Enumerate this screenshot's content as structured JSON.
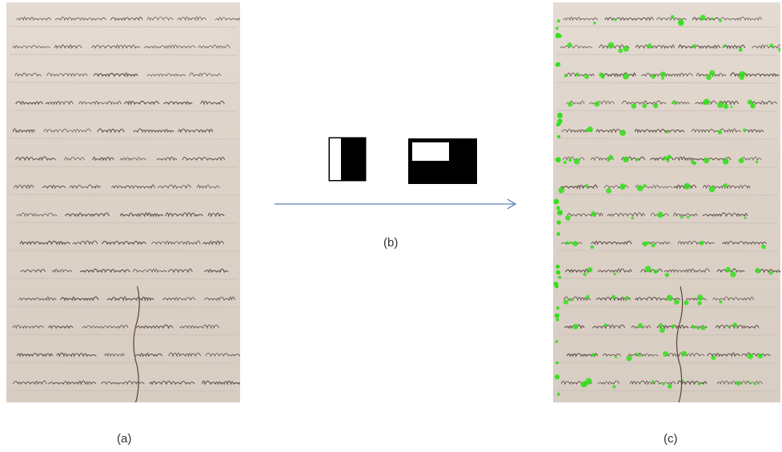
{
  "captions": {
    "a": "(a)",
    "b": "(b)",
    "c": "(c)"
  },
  "colors": {
    "paper": "#ddd2c8",
    "ink": "#4a3a35",
    "keypoint_green": "#33e01a",
    "arrow": "#5b7fb0",
    "feature_black": "#000000",
    "feature_white": "#ffffff"
  },
  "icons": {
    "feature_vertical": "haar-like-vertical-edge-feature",
    "feature_horizontal": "haar-like-horizontal-edge-feature",
    "arrow": "right-arrow"
  }
}
